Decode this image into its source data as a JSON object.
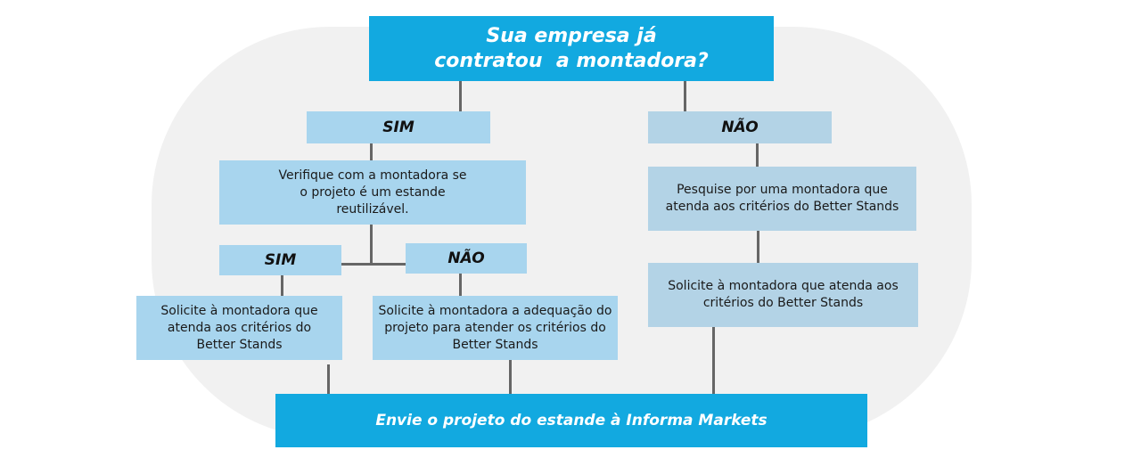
{
  "colors": {
    "primary": "#12a9e0",
    "light_blue": "#a8d5ee",
    "gray_blue": "#b3d3e6",
    "background_blob": "#f1f1f1",
    "connector": "#666666"
  },
  "question": {
    "line1": "Sua empresa já",
    "line2": "contratou  a montadora?"
  },
  "left_branch": {
    "label": "SIM",
    "step": "Verifique com a montadora se o projeto é um estande reutilizável.",
    "sub_yes": {
      "label": "SIM",
      "action": "Solicite à montadora que atenda aos critérios do Better Stands"
    },
    "sub_no": {
      "label": "NÃO",
      "action": "Solicite à montadora a adequação do projeto para atender os critérios do Better Stands"
    }
  },
  "right_branch": {
    "label": "NÃO",
    "step": "Pesquise por uma montadora que atenda aos critérios do Better Stands",
    "action": "Solicite à montadora que atenda aos critérios do Better Stands"
  },
  "final": {
    "label": "Envie o projeto do estande à Informa Markets"
  }
}
